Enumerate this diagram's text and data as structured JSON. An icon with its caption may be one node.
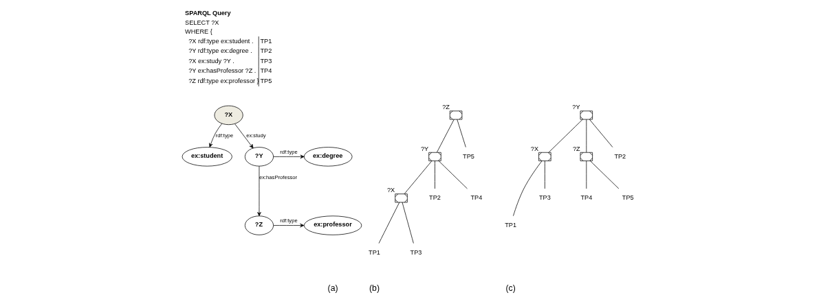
{
  "diagram": {
    "nodes": [
      {
        "text": [
          "?X"
        ]
      },
      {
        "text": [
          "ex:student"
        ]
      },
      {
        "text": [
          "?Y"
        ]
      },
      {
        "text": [
          "ex:degree"
        ]
      },
      {
        "text": [
          "?Z"
        ]
      },
      {
        "text": [
          "ex:professor"
        ]
      },
      {
        "text": [],
        "shape": "bowtie",
        "beside": [
          "?Z"
        ]
      },
      {
        "text": [],
        "shape": "bowtie",
        "beside": [
          "?Y"
        ]
      },
      {
        "text": [
          "TP5"
        ]
      },
      {
        "text": [],
        "shape": "bowtie",
        "beside": [
          "?X"
        ]
      },
      {
        "text": [
          "TP2"
        ]
      },
      {
        "text": [
          "TP4"
        ]
      },
      {
        "text": [
          "TP1"
        ]
      },
      {
        "text": [
          "TP3"
        ]
      },
      {
        "text": [],
        "shape": "bowtie",
        "beside": [
          "?Y"
        ]
      },
      {
        "text": [],
        "shape": "bowtie",
        "beside": [
          "?X"
        ]
      },
      {
        "text": [],
        "shape": "bowtie",
        "beside": [
          "?Z"
        ]
      },
      {
        "text": [
          "TP2"
        ]
      },
      {
        "text": [
          "TP1"
        ]
      },
      {
        "text": [
          "TP3"
        ]
      },
      {
        "text": [
          "TP4"
        ]
      },
      {
        "text": [
          "TP5"
        ]
      }
    ],
    "edges": [
      {
        "from": 0,
        "to": 1,
        "arrow": "to",
        "label": "rdf:type"
      },
      {
        "from": 0,
        "to": 2,
        "arrow": "to",
        "label": "ex:study"
      },
      {
        "from": 2,
        "to": 3,
        "arrow": "to",
        "label": "rdf:type"
      },
      {
        "from": 2,
        "to": 4,
        "arrow": "to",
        "label": "ex:hasProfessor"
      },
      {
        "from": 4,
        "to": 5,
        "arrow": "to",
        "label": "rdf:type"
      },
      {
        "from": 6,
        "to": 7,
        "arrow": "none"
      },
      {
        "from": 6,
        "to": 8,
        "arrow": "none"
      },
      {
        "from": 7,
        "to": 9,
        "arrow": "none"
      },
      {
        "from": 7,
        "to": 10,
        "arrow": "none"
      },
      {
        "from": 7,
        "to": 11,
        "arrow": "none"
      },
      {
        "from": 9,
        "to": 12,
        "arrow": "none"
      },
      {
        "from": 9,
        "to": 13,
        "arrow": "none"
      },
      {
        "from": 14,
        "to": 15,
        "arrow": "none"
      },
      {
        "from": 14,
        "to": 16,
        "arrow": "none"
      },
      {
        "from": 14,
        "to": 17,
        "arrow": "none"
      },
      {
        "from": 15,
        "to": 18,
        "arrow": "none"
      },
      {
        "from": 15,
        "to": 19,
        "arrow": "none"
      },
      {
        "from": 16,
        "to": 20,
        "arrow": "none"
      },
      {
        "from": 16,
        "to": 21,
        "arrow": "none"
      }
    ],
    "labels": [
      "SPARQL Query",
      "SELECT ?X",
      "WHERE {",
      "?X rdf:type ex:student .",
      "TP1",
      "?Y rdf:type ex:degree .",
      "TP2",
      "?X ex:study ?Y .",
      "TP3",
      "?Y ex:hasProfessor ?Z .",
      "TP4",
      "?Z rdf:type ex:professor }",
      "TP5",
      "(a)",
      "(b)",
      "(c)"
    ]
  }
}
